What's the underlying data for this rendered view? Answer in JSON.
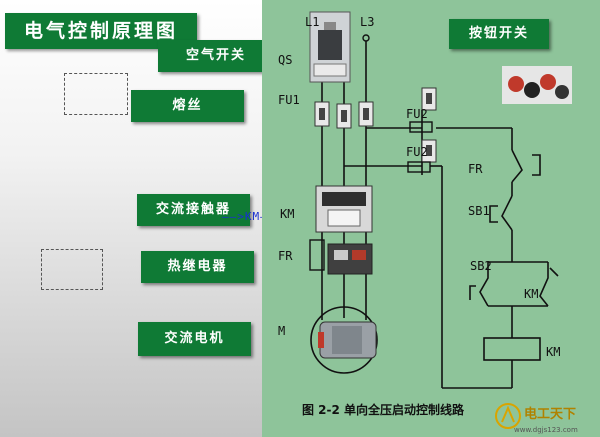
{
  "slide": {
    "title": "电气控制原理图"
  },
  "labels": {
    "air_switch": "空气开关",
    "fuse": "熔丝",
    "contactor": "交流接触器",
    "thermal_relay": "热继电器",
    "motor": "交流电机",
    "button_switch": "按钮开关"
  },
  "stray_text": "——>KM——",
  "circuit": {
    "phase_L1": "L1",
    "phase_L3": "L3",
    "qs": "QS",
    "fu1": "FU1",
    "fu2_a": "FU2",
    "fu2_b": "FU2",
    "km_main": "KM",
    "fr_main": "FR",
    "motor": "M",
    "fr_ctrl": "FR",
    "sb1": "SB1",
    "sb2": "SB2",
    "km_aux": "KM",
    "km_coil": "KM",
    "caption": "图 2-2   单向全压启动控制线路"
  },
  "watermark": {
    "cn": "电工天下",
    "url": "www.dgjs123.com"
  },
  "colors": {
    "label_bg": "#0f7a35",
    "panel_bg": "#8ec49a"
  }
}
